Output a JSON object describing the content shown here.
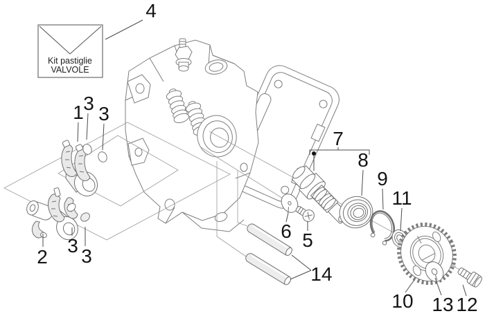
{
  "colors": {
    "background": "#ffffff",
    "drawing_line": "#7a7a7a",
    "construction_line": "#9a9a9a",
    "leader_line": "#4a4a4a",
    "label_text": "#141414",
    "part_shade": "#e9e9e9"
  },
  "kit_box": {
    "line1": "Kit pastiglie",
    "line2": "VALVOLE"
  },
  "callouts": {
    "c4": {
      "text": "4"
    },
    "c1": {
      "text": "1"
    },
    "c3a": {
      "text": "3"
    },
    "c3b": {
      "text": "3"
    },
    "c2": {
      "text": "2"
    },
    "c3c": {
      "text": "3"
    },
    "c3d": {
      "text": "3"
    },
    "c7": {
      "text": "7"
    },
    "c8": {
      "text": "8"
    },
    "c9": {
      "text": "9"
    },
    "c11": {
      "text": "11"
    },
    "c6": {
      "text": "6"
    },
    "c5": {
      "text": "5"
    },
    "c14": {
      "text": "14"
    },
    "c10": {
      "text": "10"
    },
    "c13": {
      "text": "13"
    },
    "c12": {
      "text": "12"
    }
  }
}
